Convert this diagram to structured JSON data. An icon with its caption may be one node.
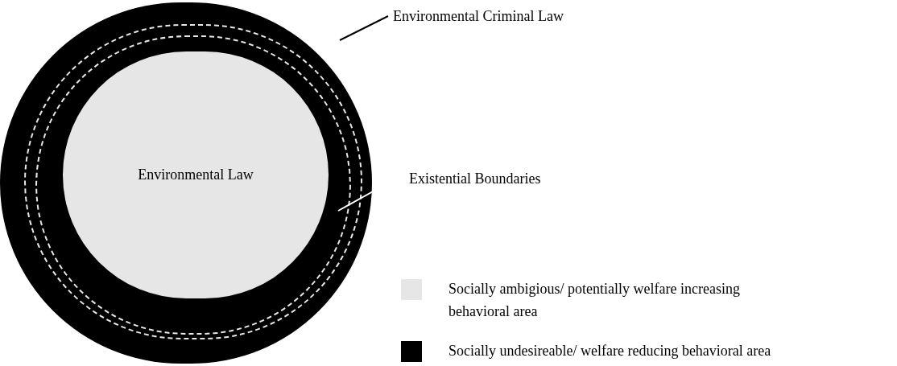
{
  "diagram": {
    "nodes": [
      {
        "text": [],
        "shape": "circle"
      },
      {
        "text": [],
        "shape": "circle",
        "in": 0
      },
      {
        "text": [],
        "shape": "circle",
        "in": 1
      },
      {
        "text": [
          "Environmental Law"
        ],
        "in": 2
      },
      {
        "text": [
          "Environmental Criminal Law"
        ]
      },
      {
        "text": [
          "Existential Boundaries"
        ]
      }
    ],
    "edges": [
      {
        "from": 4,
        "to": 0,
        "arrow": "none"
      },
      {
        "from": 5,
        "to": 2,
        "arrow": "none",
        "color": "#ffffff"
      }
    ],
    "legend": [
      {
        "text": "Socially ambigious/ potentially welfare increasing behavioral area",
        "color": "#e6e6e6"
      },
      {
        "text": "Socially undesireable/ welfare reducing behavioral area",
        "color": "#000000"
      }
    ]
  }
}
